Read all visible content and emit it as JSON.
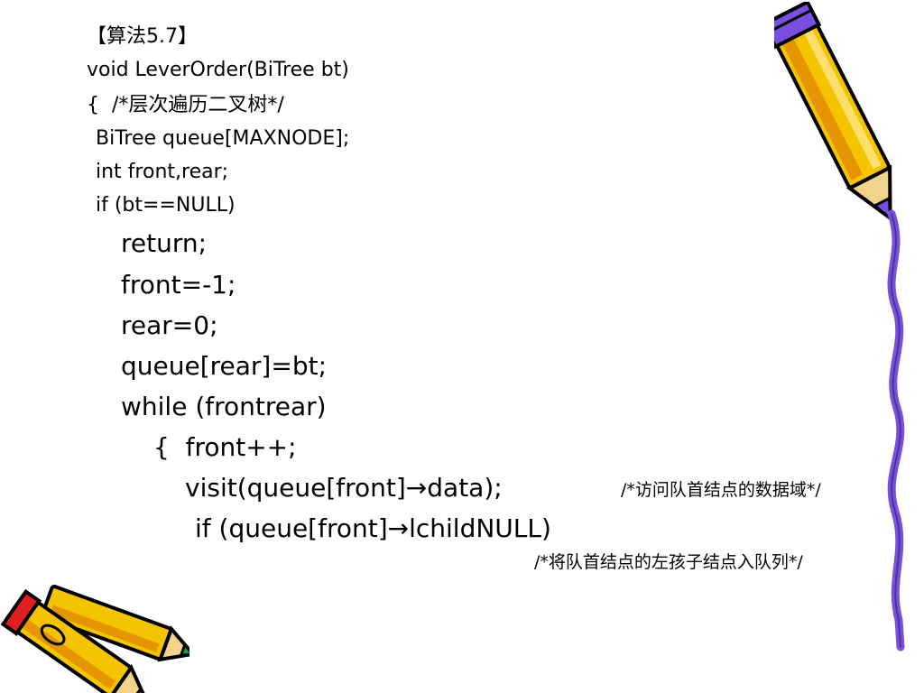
{
  "slide": {
    "title": "【算法5.7】",
    "code_lines": [
      "void LeverOrder(BiTree bt)",
      "{  /*层次遍历二叉树*/",
      "BiTree queue[MAXNODE];",
      "int front,rear;",
      "if (bt==NULL)",
      "return;",
      "front=-1;",
      "rear=0;",
      "queue[rear]=bt;",
      "while (frontrear)",
      "{  front++;",
      "visit(queue[front]→data);",
      "if (queue[front]→lchildNULL)"
    ],
    "comments": [
      "/*访问队首结点的数据域*/",
      "/*将队首结点的左孩子结点入队列*/"
    ]
  },
  "decorations": {
    "pencil_icon_top_right": "pencil-icon",
    "pencils_icon_bottom_left": "crossed-pencils-icon",
    "colors": {
      "pencil_body": "#F5C400",
      "pencil_stripe": "#E08A00",
      "outline": "#000000",
      "eraser_band": "#7A4FE0",
      "tip_red": "#E02020",
      "tip_green": "#1E9E3A",
      "wire": "#7A4FE0"
    }
  }
}
